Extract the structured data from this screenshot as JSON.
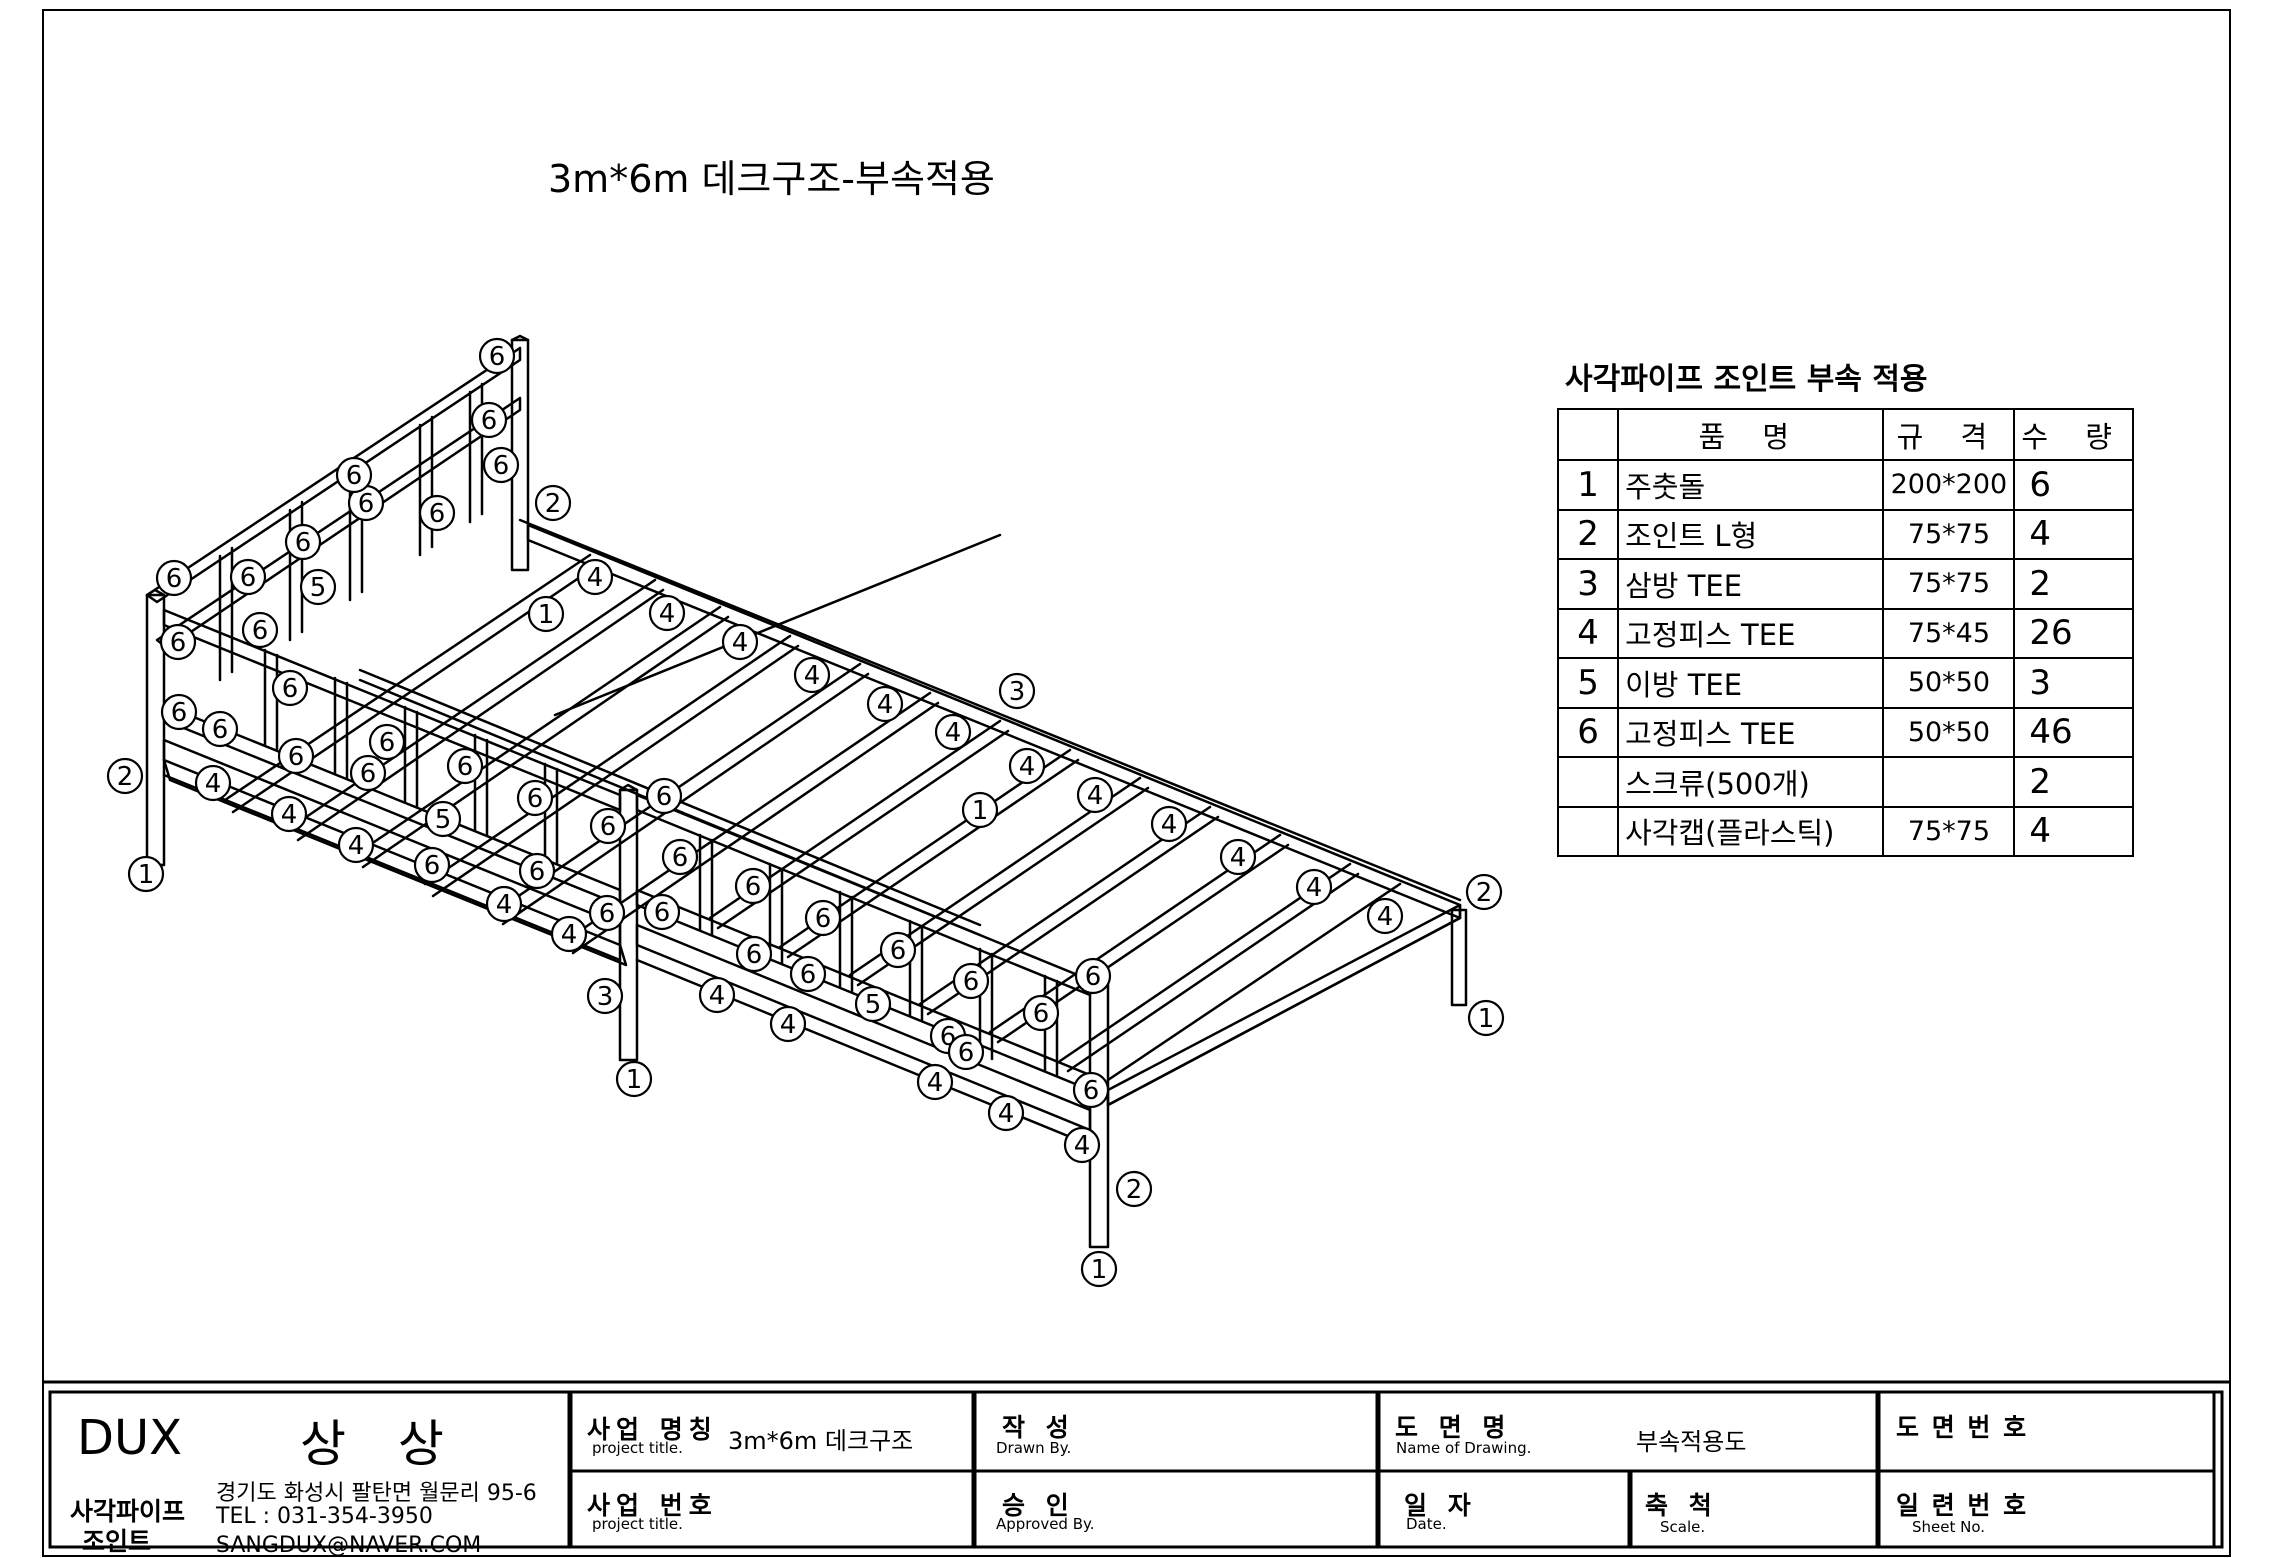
{
  "drawing_title": "3m*6m 데크구조-부속적용",
  "parts_table": {
    "title": "사각파이프 조인트 부속 적용",
    "headers": {
      "name": "품   명",
      "spec": "규 격",
      "qty": "수 량"
    },
    "rows": [
      {
        "no": "1",
        "name": "주춧돌",
        "spec": "200*200",
        "qty": "6"
      },
      {
        "no": "2",
        "name": "조인트 L형",
        "spec": "75*75",
        "qty": "4"
      },
      {
        "no": "3",
        "name": "삼방 TEE",
        "spec": "75*75",
        "qty": "2"
      },
      {
        "no": "4",
        "name": "고정피스 TEE",
        "spec": "75*45",
        "qty": "26"
      },
      {
        "no": "5",
        "name": "이방 TEE",
        "spec": "50*50",
        "qty": "3"
      },
      {
        "no": "6",
        "name": "고정피스 TEE",
        "spec": "50*50",
        "qty": "46"
      },
      {
        "no": "",
        "name": "스크류(500개)",
        "spec": "",
        "qty": "2"
      },
      {
        "no": "",
        "name": "사각캡(플라스틱)",
        "spec": "75*75",
        "qty": "4"
      }
    ]
  },
  "title_block": {
    "brand": "DUX",
    "company": "상 상",
    "brand_sub_1": "사각파이프",
    "brand_sub_2": "조인트",
    "address": "경기도 화성시 팔탄면 월문리 95-6",
    "tel": "TEL : 031-354-3950",
    "email": "SANGDUX@NAVER.COM",
    "project_name_label": "사업 명칭",
    "project_name_en": "project title.",
    "project_name_value": "3m*6m 데크구조",
    "project_no_label": "사업 번호",
    "project_no_en": "project title.",
    "drawn_label": "작  성",
    "drawn_en": "Drawn By.",
    "approved_label": "승  인",
    "approved_en": "Approved By.",
    "drawing_name_label": "도 면 명",
    "drawing_name_en": "Name of Drawing.",
    "drawing_name_value": "부속적용도",
    "date_label": "일 자",
    "date_en": "Date.",
    "scale_label": "축 척",
    "scale_en": "Scale.",
    "drawing_no_label": "도 면 번 호",
    "sheet_no_label": "일 련 번 호",
    "sheet_no_en": "Sheet No."
  },
  "diagram": {
    "part_balloons": [
      "1",
      "2",
      "3",
      "4",
      "5",
      "6"
    ]
  }
}
